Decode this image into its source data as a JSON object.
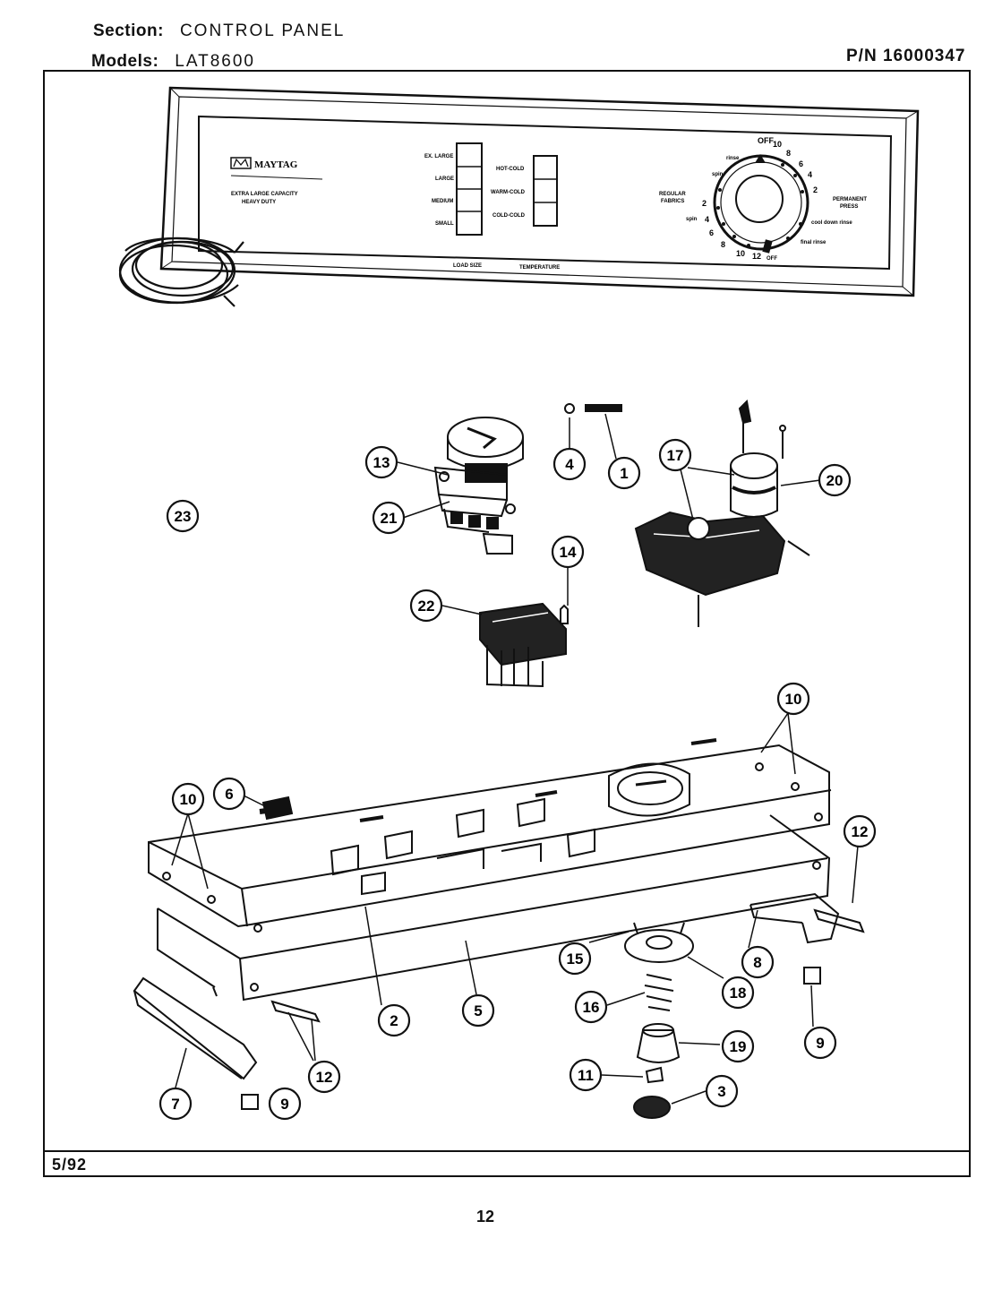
{
  "header": {
    "section_label": "Section:",
    "section_value": "CONTROL PANEL",
    "models_label": "Models:",
    "models_value": "LAT8600",
    "part_number": "P/N 16000347"
  },
  "footer": {
    "date": "5/92",
    "page": "12"
  },
  "panel": {
    "brand": "MAYTAG",
    "capacity_line1": "EXTRA LARGE CAPACITY",
    "capacity_line2": "HEAVY DUTY",
    "load_size_options": [
      "EX. LARGE",
      "LARGE",
      "MEDIUM",
      "SMALL"
    ],
    "temperature_options": [
      "HOT-COLD",
      "WARM-COLD",
      "COLD-COLD"
    ],
    "load_size_caption": "LOAD SIZE",
    "temperature_caption": "TEMPERATURE",
    "regular_fabrics": [
      "REGULAR",
      "FABRICS"
    ],
    "permanent_press": [
      "PERMANENT",
      "PRESS"
    ],
    "dial_top_labels": [
      "OFF",
      "10",
      "8",
      "6",
      "4",
      "2"
    ],
    "dial_left_labels": [
      "2",
      "4",
      "6",
      "8",
      "10",
      "12",
      "OFF"
    ],
    "dial_misc": [
      "rinse",
      "spin",
      "spin",
      "cool down rinse",
      "final rinse"
    ]
  },
  "callouts": [
    {
      "id": "c1",
      "label": "1"
    },
    {
      "id": "c2",
      "label": "2"
    },
    {
      "id": "c3",
      "label": "3"
    },
    {
      "id": "c4",
      "label": "4"
    },
    {
      "id": "c5",
      "label": "5"
    },
    {
      "id": "c6",
      "label": "6"
    },
    {
      "id": "c7",
      "label": "7"
    },
    {
      "id": "c8",
      "label": "8"
    },
    {
      "id": "c9a",
      "label": "9"
    },
    {
      "id": "c9b",
      "label": "9"
    },
    {
      "id": "c10a",
      "label": "10"
    },
    {
      "id": "c10b",
      "label": "10"
    },
    {
      "id": "c11",
      "label": "11"
    },
    {
      "id": "c12a",
      "label": "12"
    },
    {
      "id": "c12b",
      "label": "12"
    },
    {
      "id": "c13",
      "label": "13"
    },
    {
      "id": "c14",
      "label": "14"
    },
    {
      "id": "c15",
      "label": "15"
    },
    {
      "id": "c16",
      "label": "16"
    },
    {
      "id": "c17",
      "label": "17"
    },
    {
      "id": "c18",
      "label": "18"
    },
    {
      "id": "c19",
      "label": "19"
    },
    {
      "id": "c20",
      "label": "20"
    },
    {
      "id": "c21",
      "label": "21"
    },
    {
      "id": "c22",
      "label": "22"
    },
    {
      "id": "c23",
      "label": "23"
    }
  ]
}
